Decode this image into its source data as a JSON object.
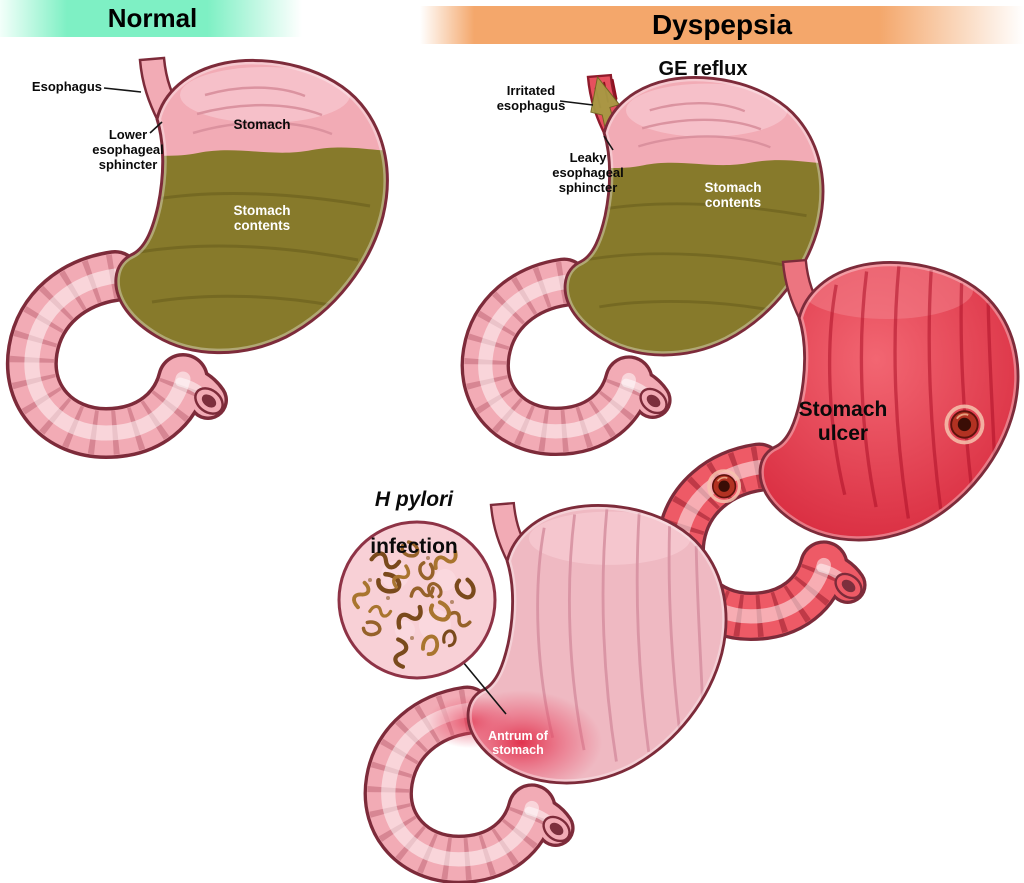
{
  "title": "Normal stomach vs dyspepsia medical illustration",
  "colors": {
    "banner-normal": "#7ef0c4",
    "banner-dyspepsia": "#f4a76b",
    "pink": "#f2abb5",
    "pink-light": "#fbd7dc",
    "outline": "#7d2b3a",
    "olive": "#877a2b",
    "olive-dark": "#5f5519",
    "inflamed-red": "#e9485a",
    "inflamed-red-dark": "#a31325",
    "pale-pink": "#efb9c2",
    "bacteria-brown": "#7a4a1c",
    "label-black": "#0a0a0a",
    "label-white": "#ffffff"
  },
  "banners": {
    "normal": "Normal",
    "dyspepsia": "Dyspepsia"
  },
  "normal_panel": {
    "esophagus_label": "Esophagus",
    "les_label": "Lower\nesophageal\nsphincter",
    "stomach_label": "Stomach",
    "contents_label": "Stomach\ncontents"
  },
  "ge_reflux_panel": {
    "title": "GE reflux",
    "irritated_label": "Irritated\nesophagus",
    "leaky_label": "Leaky\nesophageal\nsphincter",
    "contents_label": "Stomach\ncontents"
  },
  "ulcer_panel": {
    "title": "Stomach\nulcer"
  },
  "h_pylori_panel": {
    "title_italic": "H pylori",
    "title_rest": "infection",
    "antrum_label": "Antrum of\nstomach"
  }
}
